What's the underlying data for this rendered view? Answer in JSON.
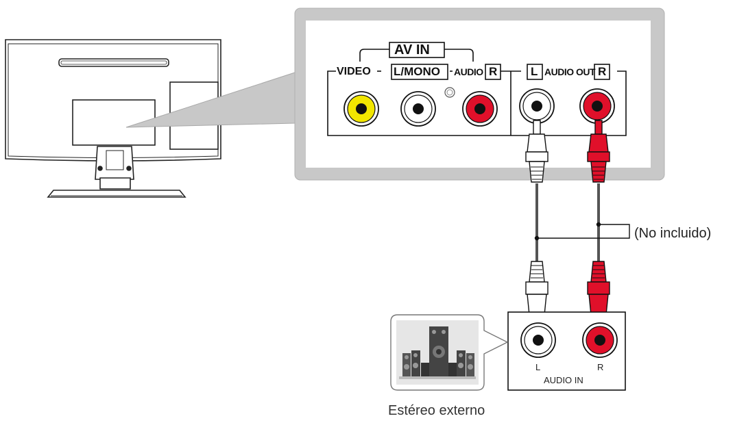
{
  "panel": {
    "av_in": "AV  IN",
    "video": "VIDEO",
    "l_mono": "L/MONO",
    "audio": "AUDIO",
    "r": "R",
    "l": "L",
    "audio_out": "AUDIO OUT"
  },
  "cable_note": "(No incluido)",
  "receiver": {
    "l": "L",
    "r": "R",
    "audio_in": "AUDIO IN"
  },
  "caption": "Estéreo externo",
  "colors": {
    "yellow": "#f2e600",
    "red": "#e0102a",
    "white": "#ffffff",
    "panel_gray": "#c8c8c8"
  }
}
